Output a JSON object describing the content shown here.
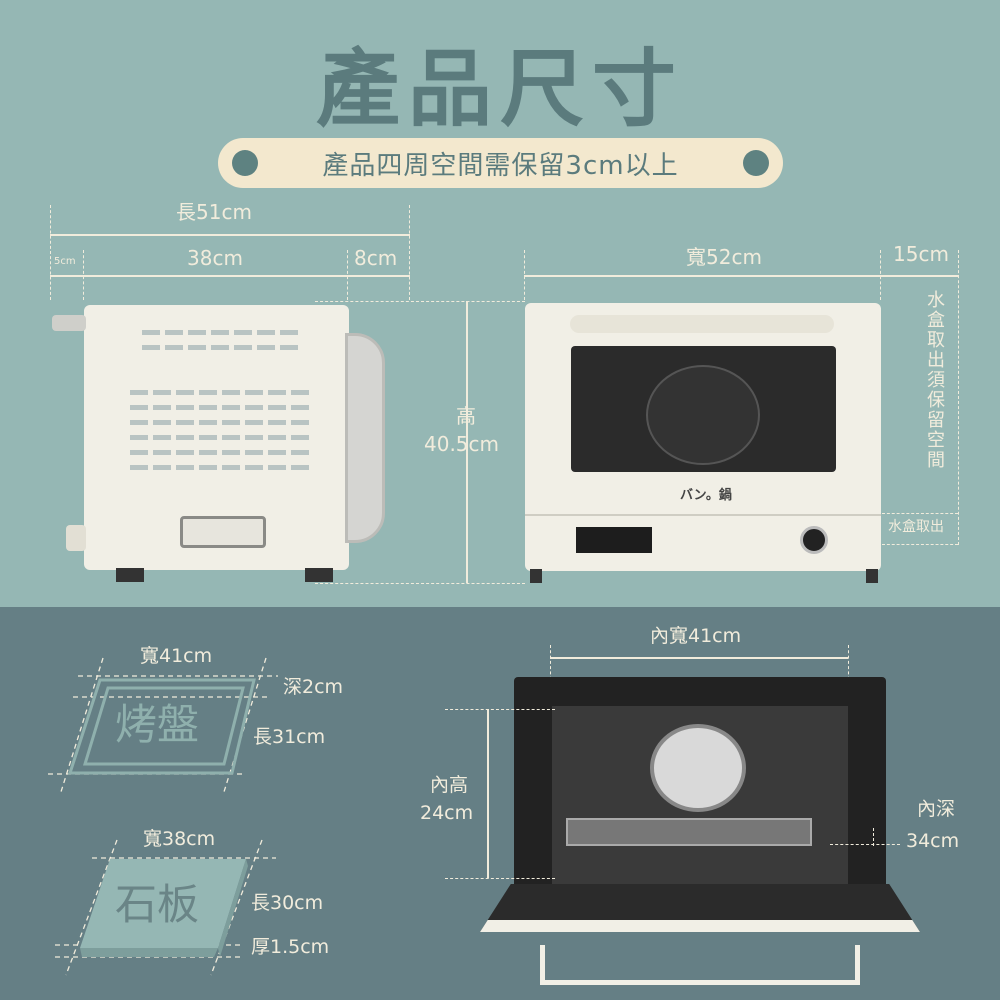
{
  "title": "產品尺寸",
  "notice": "產品四周空間需保留3cm以上",
  "exterior": {
    "length": "長51cm",
    "seg1": "5cm",
    "seg2": "38cm",
    "seg3": "8cm",
    "width": "寬52cm",
    "clearance": "15cm",
    "height_label": "高",
    "height": "40.5cm",
    "water_side": "水盒取出須保留空間",
    "water_box": "水盒取出",
    "brand": "バン。鍋"
  },
  "tray": {
    "name": "烤盤",
    "width": "寬41cm",
    "depth": "深2cm",
    "length": "長31cm"
  },
  "stone": {
    "name": "石板",
    "width": "寬38cm",
    "length": "長30cm",
    "thickness": "厚1.5cm"
  },
  "interior": {
    "width": "內寬41cm",
    "height_label": "內高",
    "height": "24cm",
    "depth_label": "內深",
    "depth": "34cm"
  },
  "colors": {
    "top_bg": "#95b7b4",
    "bottom_bg": "#657f85",
    "title": "#5b7b7d",
    "pill": "#f3e8ce"
  }
}
